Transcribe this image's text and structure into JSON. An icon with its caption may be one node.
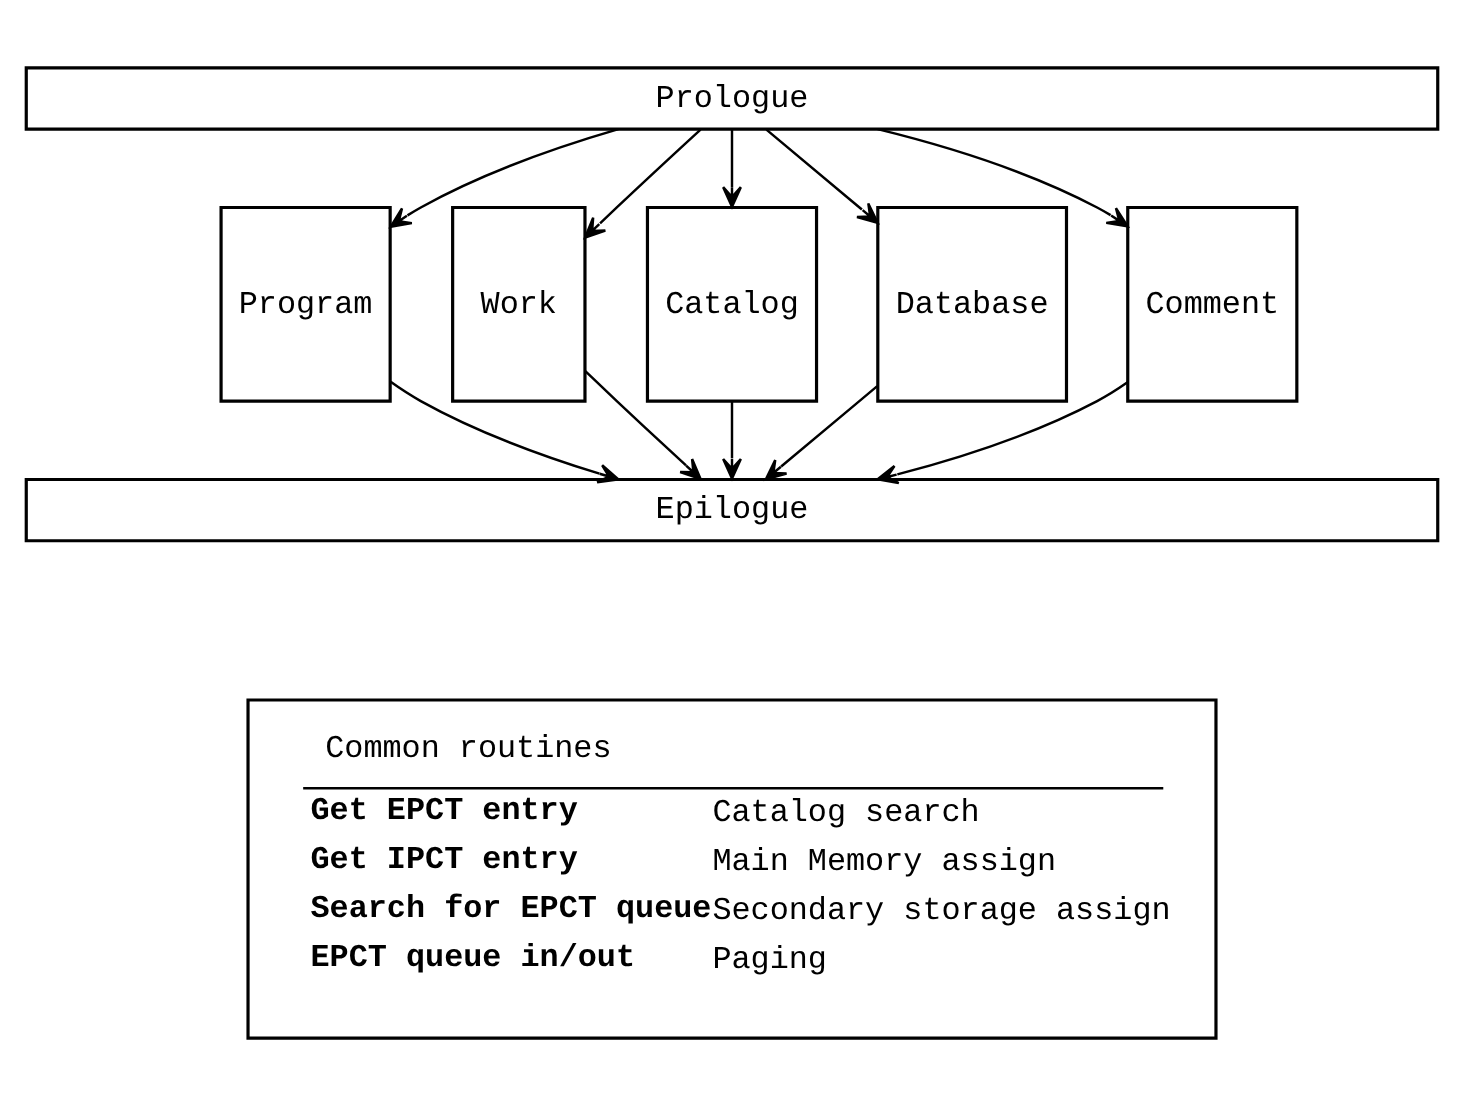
{
  "diagram": {
    "nodes": [
      {
        "text": [
          "Prologue"
        ]
      },
      {
        "text": [
          "Program"
        ]
      },
      {
        "text": [
          "Work"
        ]
      },
      {
        "text": [
          "Catalog"
        ]
      },
      {
        "text": [
          "Database"
        ]
      },
      {
        "text": [
          "Comment"
        ]
      },
      {
        "text": [
          "Epilogue"
        ]
      },
      {
        "text": [
          "Common routines",
          "Get EPCT entry",
          "Catalog search",
          "Get IPCT entry",
          "Main Memory assign",
          "Search for EPCT queue",
          "Secondary storage assign",
          "EPCT queue in/out",
          "Paging"
        ]
      }
    ],
    "edges": [
      {
        "from": 0,
        "to": 1,
        "arrow": "to"
      },
      {
        "from": 0,
        "to": 2,
        "arrow": "to"
      },
      {
        "from": 0,
        "to": 3,
        "arrow": "to"
      },
      {
        "from": 0,
        "to": 4,
        "arrow": "to"
      },
      {
        "from": 0,
        "to": 5,
        "arrow": "to"
      },
      {
        "from": 1,
        "to": 6,
        "arrow": "to"
      },
      {
        "from": 2,
        "to": 6,
        "arrow": "to"
      },
      {
        "from": 3,
        "to": 6,
        "arrow": "to"
      },
      {
        "from": 4,
        "to": 6,
        "arrow": "to"
      },
      {
        "from": 5,
        "to": 6,
        "arrow": "to"
      }
    ]
  }
}
